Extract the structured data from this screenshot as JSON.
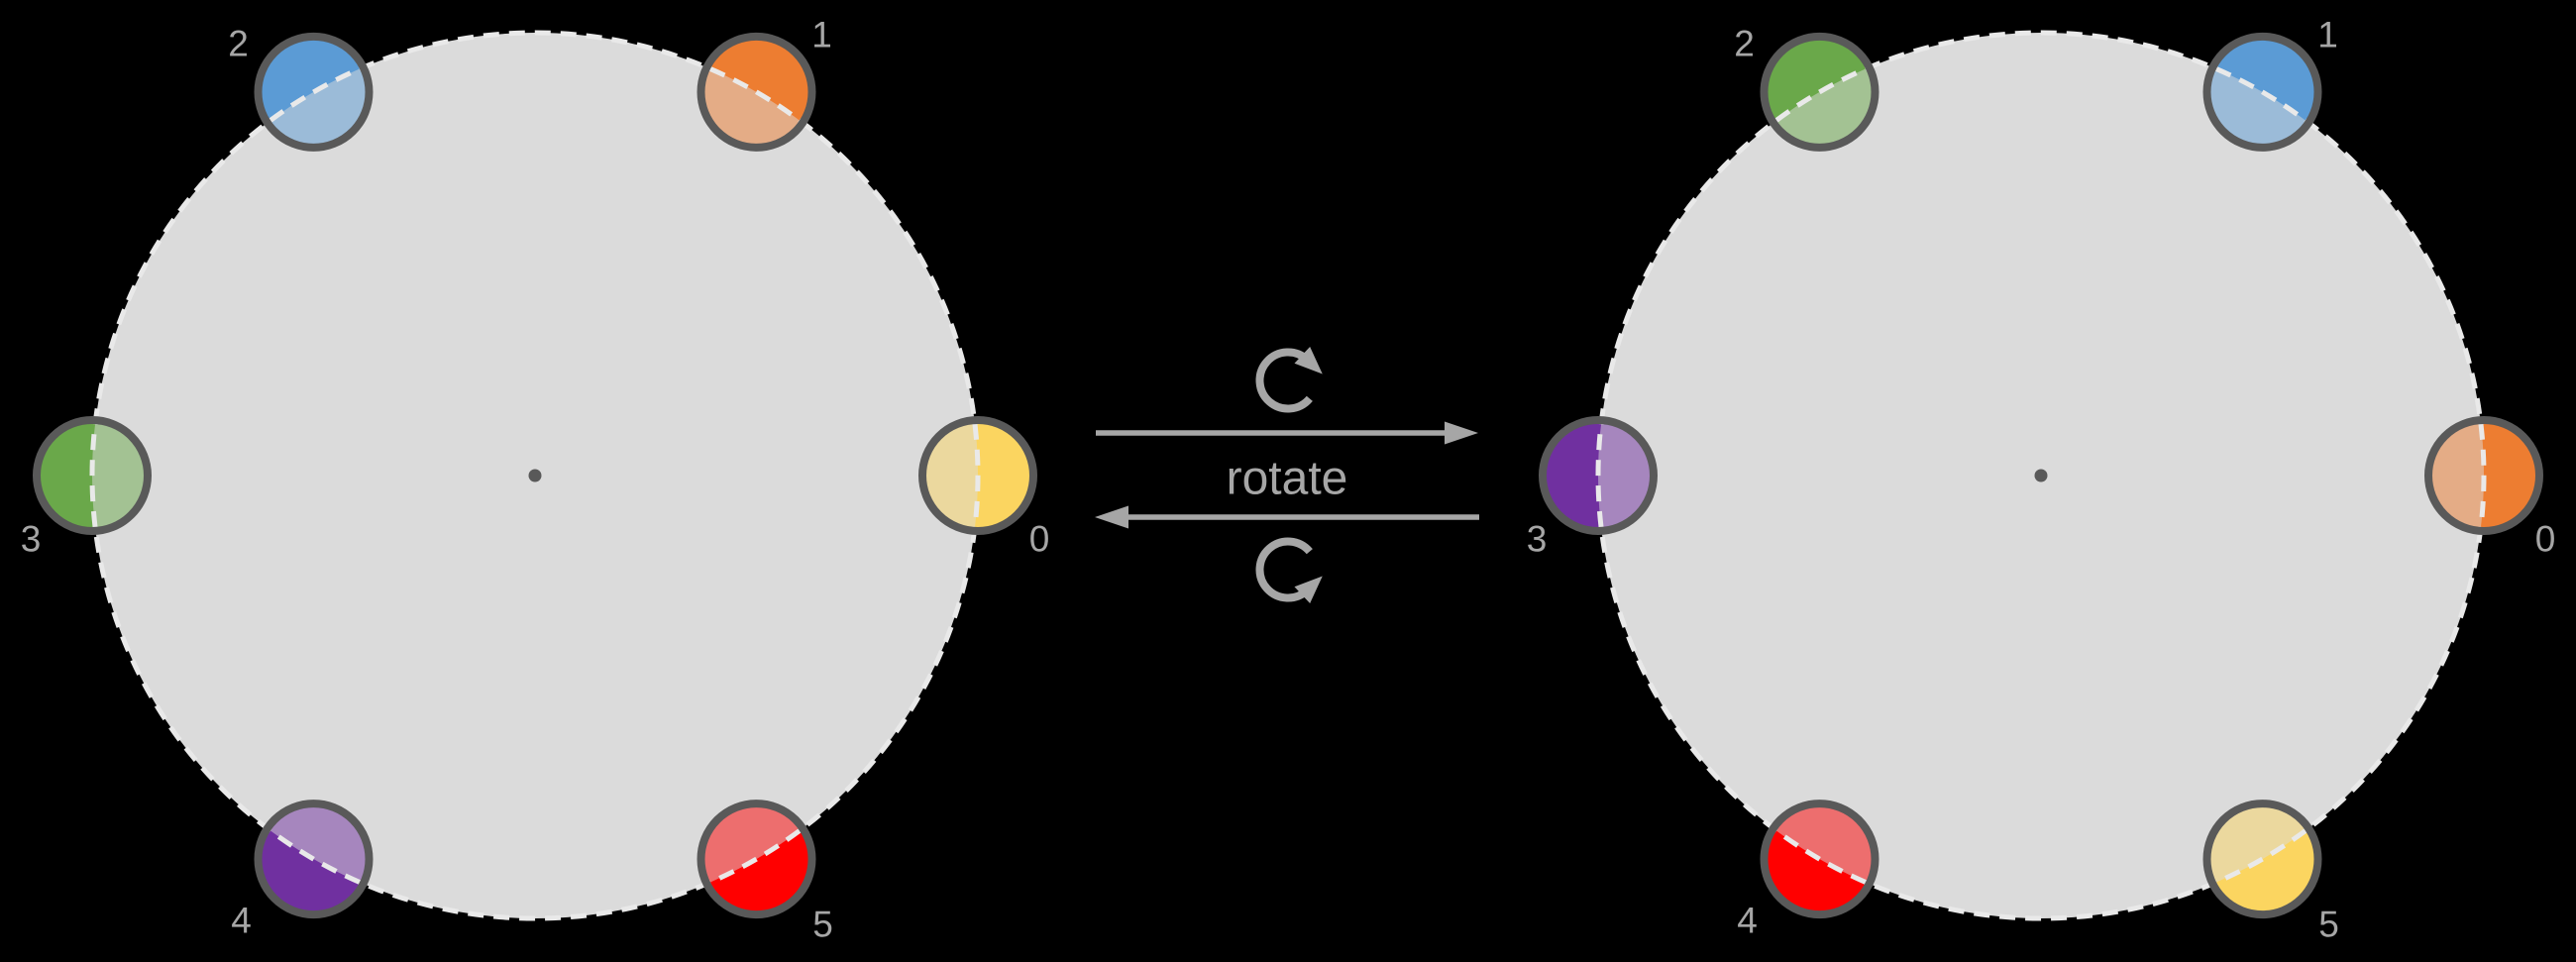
{
  "diagram": {
    "background": "#000000",
    "label_color": "#A6A6A6",
    "arrow_color": "#A6A6A6",
    "disc": {
      "fill": "#DBDBDB",
      "edge_dash_color": "#E9E9E9",
      "dot_border_color": "#595959",
      "center_dot_color": "#595959"
    },
    "palette": {
      "yellow": "#FBD560",
      "orange": "#ED7D31",
      "blue": "#5B9BD5",
      "green": "#6AA84A",
      "purple": "#7030A0",
      "red": "#FF0000"
    },
    "operation": {
      "label": "rotate",
      "top_icon": "rotate-clockwise",
      "bottom_icon": "rotate-counterclockwise"
    },
    "wheels": [
      {
        "id": "left",
        "slots": [
          {
            "label": "0",
            "position": "right",
            "color": "yellow"
          },
          {
            "label": "1",
            "position": "top-right",
            "color": "orange"
          },
          {
            "label": "2",
            "position": "top-left",
            "color": "blue"
          },
          {
            "label": "3",
            "position": "left",
            "color": "green"
          },
          {
            "label": "4",
            "position": "bottom-left",
            "color": "purple"
          },
          {
            "label": "5",
            "position": "bottom-right",
            "color": "red"
          }
        ]
      },
      {
        "id": "right",
        "slots": [
          {
            "label": "0",
            "position": "right",
            "color": "orange"
          },
          {
            "label": "1",
            "position": "top-right",
            "color": "blue"
          },
          {
            "label": "2",
            "position": "top-left",
            "color": "green"
          },
          {
            "label": "3",
            "position": "left",
            "color": "purple"
          },
          {
            "label": "4",
            "position": "bottom-left",
            "color": "red"
          },
          {
            "label": "5",
            "position": "bottom-right",
            "color": "yellow"
          }
        ]
      }
    ]
  }
}
